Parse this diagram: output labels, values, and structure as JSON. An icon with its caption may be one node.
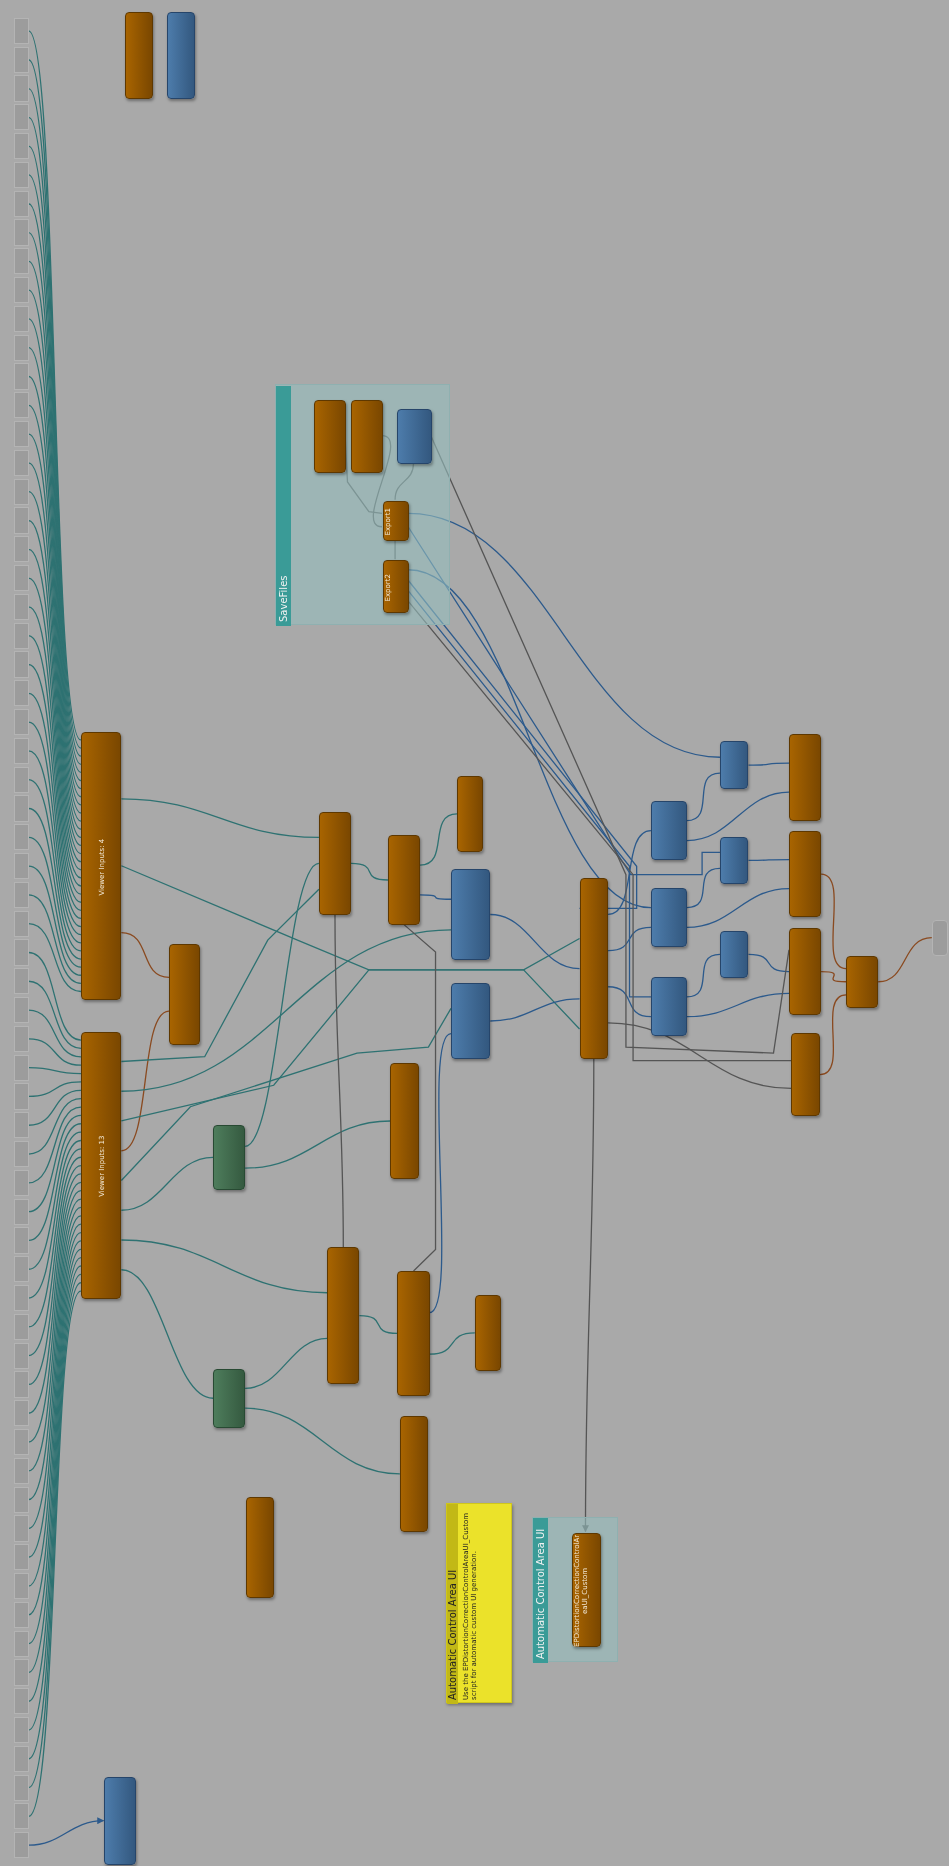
{
  "diagram": {
    "nodes": [
      {
        "text": [],
        "shape": "box"
      },
      {
        "text": [],
        "shape": "box"
      },
      {
        "text": [
          "SaveFiles"
        ]
      },
      {
        "text": [],
        "shape": "box",
        "in": 2
      },
      {
        "text": [],
        "shape": "box",
        "in": 2
      },
      {
        "text": [],
        "shape": "box",
        "in": 2
      },
      {
        "text": [
          "Export1"
        ],
        "in": 2
      },
      {
        "text": [
          "Export2"
        ],
        "in": 2
      },
      {
        "text": [
          "Viewer Inputs: 4"
        ]
      },
      {
        "text": [
          "Viewer Inputs: 13"
        ]
      },
      {
        "text": [],
        "shape": "box"
      },
      {
        "text": [],
        "shape": "box"
      },
      {
        "text": [],
        "shape": "box"
      },
      {
        "text": [],
        "shape": "box"
      },
      {
        "text": [],
        "shape": "box"
      },
      {
        "text": [],
        "shape": "box"
      },
      {
        "text": [],
        "shape": "box"
      },
      {
        "text": [],
        "shape": "box"
      },
      {
        "text": [],
        "shape": "box"
      },
      {
        "text": [],
        "shape": "box"
      },
      {
        "text": [],
        "shape": "box"
      },
      {
        "text": [],
        "shape": "box"
      },
      {
        "text": [],
        "shape": "box"
      },
      {
        "text": [],
        "shape": "box"
      },
      {
        "text": [],
        "shape": "box"
      },
      {
        "text": [],
        "shape": "box"
      },
      {
        "text": [],
        "shape": "box"
      },
      {
        "text": [],
        "shape": "box"
      },
      {
        "text": [],
        "shape": "box"
      },
      {
        "text": [],
        "shape": "box"
      },
      {
        "text": [],
        "shape": "box"
      },
      {
        "text": [],
        "shape": "box"
      },
      {
        "text": [],
        "shape": "box"
      },
      {
        "text": [],
        "shape": "box"
      },
      {
        "text": [],
        "shape": "box"
      },
      {
        "text": [],
        "shape": "box"
      },
      {
        "text": [],
        "shape": "box"
      },
      {
        "text": [
          "Automatic Control Area UI",
          "Use the EPDistortionCorrectionControlAreaUI_Custom script for automatic custom UI generation."
        ]
      },
      {
        "text": [
          "Automatic Control Area UI"
        ]
      },
      {
        "text": [
          "EPDistortionCorrectionControlAreaUI_Custom"
        ],
        "in": 38
      },
      {
        "text": [],
        "shape": "box"
      },
      {
        "text": [],
        "shape": "bar"
      },
      {
        "text": [],
        "shape": "bar"
      },
      {
        "text": [],
        "shape": "bar"
      },
      {
        "text": [],
        "shape": "bar"
      },
      {
        "text": [],
        "shape": "bar"
      },
      {
        "text": [],
        "shape": "bar"
      },
      {
        "text": [],
        "shape": "bar"
      },
      {
        "text": [],
        "shape": "bar"
      },
      {
        "text": [],
        "shape": "bar"
      },
      {
        "text": [],
        "shape": "bar"
      },
      {
        "text": [],
        "shape": "bar"
      },
      {
        "text": [],
        "shape": "bar"
      },
      {
        "text": [],
        "shape": "bar"
      },
      {
        "text": [],
        "shape": "bar"
      },
      {
        "text": [],
        "shape": "bar"
      },
      {
        "text": [],
        "shape": "bar"
      },
      {
        "text": [],
        "shape": "bar"
      },
      {
        "text": [],
        "shape": "bar"
      },
      {
        "text": [],
        "shape": "bar"
      },
      {
        "text": [],
        "shape": "bar"
      },
      {
        "text": [],
        "shape": "bar"
      },
      {
        "text": [],
        "shape": "bar"
      },
      {
        "text": [],
        "shape": "bar"
      },
      {
        "text": [],
        "shape": "bar"
      },
      {
        "text": [],
        "shape": "bar"
      },
      {
        "text": [],
        "shape": "bar"
      },
      {
        "text": [],
        "shape": "bar"
      },
      {
        "text": [],
        "shape": "bar"
      },
      {
        "text": [],
        "shape": "bar"
      },
      {
        "text": [],
        "shape": "bar"
      },
      {
        "text": [],
        "shape": "bar"
      },
      {
        "text": [],
        "shape": "bar"
      },
      {
        "text": [],
        "shape": "bar"
      },
      {
        "text": [],
        "shape": "bar"
      },
      {
        "text": [],
        "shape": "bar"
      },
      {
        "text": [],
        "shape": "bar"
      },
      {
        "text": [],
        "shape": "bar"
      },
      {
        "text": [],
        "shape": "bar"
      },
      {
        "text": [],
        "shape": "bar"
      },
      {
        "text": [],
        "shape": "bar"
      },
      {
        "text": [],
        "shape": "bar"
      },
      {
        "text": [],
        "shape": "bar"
      },
      {
        "text": [],
        "shape": "bar"
      },
      {
        "text": [],
        "shape": "bar"
      },
      {
        "text": [],
        "shape": "bar"
      },
      {
        "text": [],
        "shape": "bar"
      },
      {
        "text": [],
        "shape": "bar"
      },
      {
        "text": [],
        "shape": "bar"
      },
      {
        "text": [],
        "shape": "bar"
      },
      {
        "text": [],
        "shape": "bar"
      },
      {
        "text": [],
        "shape": "bar"
      },
      {
        "text": [],
        "shape": "bar"
      },
      {
        "text": [],
        "shape": "bar"
      },
      {
        "text": [],
        "shape": "bar"
      },
      {
        "text": [],
        "shape": "bar"
      },
      {
        "text": [],
        "shape": "bar"
      },
      {
        "text": [],
        "shape": "bar"
      },
      {
        "text": [],
        "shape": "bar"
      },
      {
        "text": [],
        "shape": "bar"
      },
      {
        "text": [],
        "shape": "bar"
      },
      {
        "text": [],
        "shape": "bar"
      },
      {
        "text": [],
        "shape": "bar"
      },
      {
        "text": [],
        "shape": "bar"
      },
      {
        "text": [],
        "shape": "bar"
      }
    ],
    "edges": [
      {
        "from": 41,
        "to": 8,
        "arrow": "none"
      },
      {
        "from": 42,
        "to": 8,
        "arrow": "none"
      },
      {
        "from": 43,
        "to": 8,
        "arrow": "none"
      },
      {
        "from": 44,
        "to": 8,
        "arrow": "none"
      },
      {
        "from": 45,
        "to": 8,
        "arrow": "none"
      },
      {
        "from": 46,
        "to": 8,
        "arrow": "none"
      },
      {
        "from": 47,
        "to": 8,
        "arrow": "none"
      },
      {
        "from": 48,
        "to": 8,
        "arrow": "none"
      },
      {
        "from": 49,
        "to": 8,
        "arrow": "none"
      },
      {
        "from": 50,
        "to": 8,
        "arrow": "none"
      },
      {
        "from": 51,
        "to": 8,
        "arrow": "none"
      },
      {
        "from": 52,
        "to": 8,
        "arrow": "none"
      },
      {
        "from": 53,
        "to": 8,
        "arrow": "none"
      },
      {
        "from": 54,
        "to": 8,
        "arrow": "none"
      },
      {
        "from": 55,
        "to": 8,
        "arrow": "none"
      },
      {
        "from": 56,
        "to": 8,
        "arrow": "none"
      },
      {
        "from": 57,
        "to": 8,
        "arrow": "none"
      },
      {
        "from": 58,
        "to": 8,
        "arrow": "none"
      },
      {
        "from": 59,
        "to": 8,
        "arrow": "none"
      },
      {
        "from": 60,
        "to": 8,
        "arrow": "none"
      },
      {
        "from": 61,
        "to": 8,
        "arrow": "none"
      },
      {
        "from": 62,
        "to": 8,
        "arrow": "none"
      },
      {
        "from": 63,
        "to": 8,
        "arrow": "none"
      },
      {
        "from": 64,
        "to": 8,
        "arrow": "none"
      },
      {
        "from": 65,
        "to": 8,
        "arrow": "none"
      },
      {
        "from": 66,
        "to": 8,
        "arrow": "none"
      },
      {
        "from": 67,
        "to": 8,
        "arrow": "none"
      },
      {
        "from": 68,
        "to": 8,
        "arrow": "none"
      },
      {
        "from": 69,
        "to": 8,
        "arrow": "none"
      },
      {
        "from": 70,
        "to": 8,
        "arrow": "none"
      },
      {
        "from": 71,
        "to": 8,
        "arrow": "none"
      },
      {
        "from": 72,
        "to": 8,
        "arrow": "none"
      },
      {
        "from": 73,
        "to": 9,
        "arrow": "none"
      },
      {
        "from": 74,
        "to": 9,
        "arrow": "none"
      },
      {
        "from": 75,
        "to": 9,
        "arrow": "none"
      },
      {
        "from": 76,
        "to": 9,
        "arrow": "none"
      },
      {
        "from": 77,
        "to": 9,
        "arrow": "none"
      },
      {
        "from": 78,
        "to": 9,
        "arrow": "none"
      },
      {
        "from": 79,
        "to": 9,
        "arrow": "none"
      },
      {
        "from": 80,
        "to": 9,
        "arrow": "none"
      },
      {
        "from": 81,
        "to": 9,
        "arrow": "none"
      },
      {
        "from": 82,
        "to": 9,
        "arrow": "none"
      },
      {
        "from": 83,
        "to": 9,
        "arrow": "none"
      },
      {
        "from": 84,
        "to": 9,
        "arrow": "none"
      },
      {
        "from": 85,
        "to": 9,
        "arrow": "none"
      },
      {
        "from": 86,
        "to": 9,
        "arrow": "none"
      },
      {
        "from": 87,
        "to": 9,
        "arrow": "none"
      },
      {
        "from": 88,
        "to": 9,
        "arrow": "none"
      },
      {
        "from": 89,
        "to": 9,
        "arrow": "none"
      },
      {
        "from": 90,
        "to": 9,
        "arrow": "none"
      },
      {
        "from": 91,
        "to": 9,
        "arrow": "none"
      },
      {
        "from": 92,
        "to": 9,
        "arrow": "none"
      },
      {
        "from": 93,
        "to": 9,
        "arrow": "none"
      },
      {
        "from": 94,
        "to": 9,
        "arrow": "none"
      },
      {
        "from": 95,
        "to": 9,
        "arrow": "none"
      },
      {
        "from": 96,
        "to": 9,
        "arrow": "none"
      },
      {
        "from": 97,
        "to": 9,
        "arrow": "none"
      },
      {
        "from": 98,
        "to": 9,
        "arrow": "none"
      },
      {
        "from": 99,
        "to": 9,
        "arrow": "none"
      },
      {
        "from": 100,
        "to": 9,
        "arrow": "none"
      },
      {
        "from": 101,
        "to": 9,
        "arrow": "none"
      },
      {
        "from": 102,
        "to": 9,
        "arrow": "none"
      },
      {
        "from": 103,
        "to": 9,
        "arrow": "none"
      },
      {
        "from": 104,
        "to": 40,
        "arrow": "to",
        "color": "#2c5a8c"
      },
      {
        "from": 8,
        "to": 10,
        "arrow": "none",
        "color": "#8a4a20"
      },
      {
        "from": 9,
        "to": 10,
        "arrow": "none",
        "color": "#8a4a20"
      },
      {
        "from": 8,
        "to": 13,
        "arrow": "none"
      },
      {
        "from": 8,
        "to": 19,
        "arrow": "none"
      },
      {
        "from": 9,
        "to": 13,
        "arrow": "none"
      },
      {
        "from": 9,
        "to": 32,
        "arrow": "none"
      },
      {
        "from": 9,
        "to": 16,
        "arrow": "none"
      },
      {
        "from": 9,
        "to": 17,
        "arrow": "none"
      },
      {
        "from": 9,
        "to": 19,
        "arrow": "none"
      },
      {
        "from": 9,
        "to": 11,
        "arrow": "none"
      },
      {
        "from": 9,
        "to": 12,
        "arrow": "none"
      },
      {
        "from": 11,
        "to": 13,
        "arrow": "none"
      },
      {
        "from": 11,
        "to": 18,
        "arrow": "none"
      },
      {
        "from": 12,
        "to": 32,
        "arrow": "none"
      },
      {
        "from": 12,
        "to": 35,
        "arrow": "none"
      },
      {
        "from": 13,
        "to": 14,
        "arrow": "none"
      },
      {
        "from": 14,
        "to": 15,
        "arrow": "none"
      },
      {
        "from": 14,
        "to": 16,
        "arrow": "none",
        "color": "#2c5a8c"
      },
      {
        "from": 32,
        "to": 33,
        "arrow": "none"
      },
      {
        "from": 33,
        "to": 34,
        "arrow": "none"
      },
      {
        "from": 33,
        "to": 17,
        "arrow": "none",
        "color": "#2c5a8c"
      },
      {
        "from": 16,
        "to": 19,
        "arrow": "none",
        "color": "#2c5a8c"
      },
      {
        "from": 17,
        "to": 19,
        "arrow": "none",
        "color": "#2c5a8c"
      },
      {
        "from": 19,
        "to": 20,
        "arrow": "none",
        "color": "#2c5a8c"
      },
      {
        "from": 19,
        "to": 21,
        "arrow": "none",
        "color": "#2c5a8c"
      },
      {
        "from": 19,
        "to": 22,
        "arrow": "none",
        "color": "#2c5a8c"
      },
      {
        "from": 20,
        "to": 23,
        "arrow": "none",
        "color": "#2c5a8c"
      },
      {
        "from": 20,
        "to": 26,
        "arrow": "none",
        "color": "#2c5a8c"
      },
      {
        "from": 21,
        "to": 24,
        "arrow": "none",
        "color": "#2c5a8c"
      },
      {
        "from": 21,
        "to": 27,
        "arrow": "none",
        "color": "#2c5a8c"
      },
      {
        "from": 22,
        "to": 25,
        "arrow": "none",
        "color": "#2c5a8c"
      },
      {
        "from": 22,
        "to": 28,
        "arrow": "none",
        "color": "#2c5a8c"
      },
      {
        "from": 23,
        "to": 26,
        "arrow": "none",
        "color": "#2c5a8c"
      },
      {
        "from": 24,
        "to": 27,
        "arrow": "none",
        "color": "#2c5a8c"
      },
      {
        "from": 25,
        "to": 28,
        "arrow": "none",
        "color": "#2c5a8c"
      },
      {
        "from": 27,
        "to": 30,
        "arrow": "none",
        "color": "#8a4a20"
      },
      {
        "from": 28,
        "to": 30,
        "arrow": "none",
        "color": "#8a4a20"
      },
      {
        "from": 29,
        "to": 30,
        "arrow": "none",
        "color": "#8a4a20"
      },
      {
        "from": 30,
        "to": 31,
        "arrow": "none",
        "color": "#8a4a20"
      },
      {
        "from": 3,
        "to": 6,
        "arrow": "none",
        "color": "#555555"
      },
      {
        "from": 4,
        "to": 6,
        "arrow": "none",
        "color": "#555555"
      },
      {
        "from": 5,
        "to": 6,
        "arrow": "none",
        "color": "#555555"
      },
      {
        "from": 6,
        "to": 7,
        "arrow": "none",
        "color": "#555555"
      },
      {
        "from": 6,
        "to": 23,
        "arrow": "none",
        "color": "#2c5a8c"
      },
      {
        "from": 6,
        "to": 24,
        "arrow": "none",
        "color": "#2c5a8c"
      },
      {
        "from": 7,
        "to": 19,
        "arrow": "none",
        "color": "#2c5a8c"
      },
      {
        "from": 7,
        "to": 21,
        "arrow": "none",
        "color": "#2c5a8c"
      },
      {
        "from": 7,
        "to": 22,
        "arrow": "none",
        "color": "#2c5a8c"
      },
      {
        "from": 7,
        "to": 29,
        "arrow": "none",
        "color": "#555555"
      },
      {
        "from": 5,
        "to": 28,
        "arrow": "none",
        "color": "#555555"
      },
      {
        "from": 19,
        "to": 39,
        "arrow": "to",
        "color": "#555555"
      },
      {
        "from": 19,
        "to": 29,
        "arrow": "none",
        "color": "#555555"
      },
      {
        "from": 13,
        "to": 32,
        "arrow": "none",
        "color": "#555555"
      },
      {
        "from": 14,
        "to": 33,
        "arrow": "none",
        "color": "#555555"
      }
    ]
  }
}
